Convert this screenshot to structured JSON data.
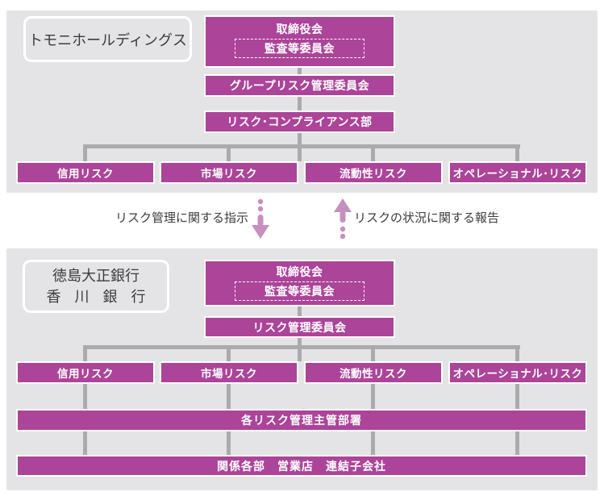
{
  "colors": {
    "box_magenta": "#ac4499",
    "panel_gray": "#e4e4e6",
    "connector_gray": "#ababad",
    "arrow_pink": "#c78fc0",
    "text_dark": "#3c3c3e"
  },
  "holdings": {
    "label": "トモニホールディングス",
    "board": "取締役会",
    "audit": "監査等委員会",
    "group_committee": "グループリスク管理委員会",
    "risk_compliance_dept": "リスク･コンプライアンス部",
    "risks": [
      "信用リスク",
      "市場リスク",
      "流動性リスク",
      "オペレーショナル･リスク"
    ]
  },
  "flow": {
    "instruction": "リスク管理に関する指示",
    "report": "リスクの状況に関する報告"
  },
  "banks": {
    "label_line1": "徳島大正銀行",
    "label_line2": "香 川 銀 行",
    "board": "取締役会",
    "audit": "監査等委員会",
    "risk_committee": "リスク管理委員会",
    "risks": [
      "信用リスク",
      "市場リスク",
      "流動性リスク",
      "オペレーショナル･リスク"
    ],
    "dept": "各リスク管理主管部署",
    "related": "関係各部　営業店　連結子会社"
  }
}
